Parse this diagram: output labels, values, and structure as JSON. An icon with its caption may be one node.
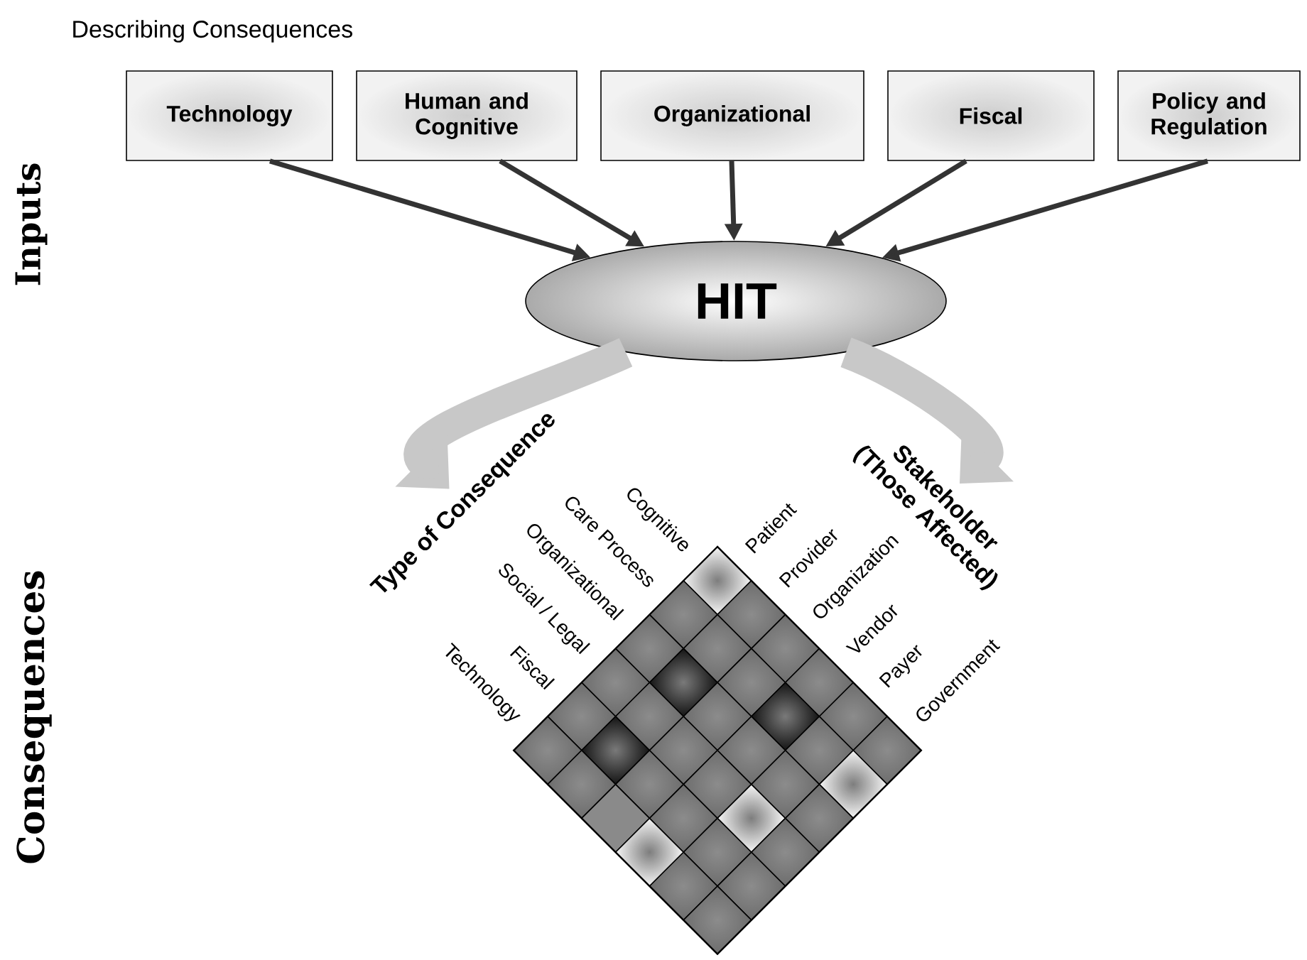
{
  "diagram": {
    "title": "Describing Consequences",
    "nodes": [
      {
        "text": [
          "Technology"
        ]
      },
      {
        "text": [
          "Human and Cognitive"
        ]
      },
      {
        "text": [
          "Organizational"
        ]
      },
      {
        "text": [
          "Fiscal"
        ]
      },
      {
        "text": [
          "Policy and Regulation"
        ]
      },
      {
        "text": [
          "HIT"
        ]
      },
      {
        "text": [
          "Type of Consequence"
        ]
      },
      {
        "text": [
          "Stakeholder (Those Affected)"
        ]
      }
    ],
    "edges": [
      {
        "from": 0,
        "to": 5,
        "arrow": "to"
      },
      {
        "from": 1,
        "to": 5,
        "arrow": "to"
      },
      {
        "from": 2,
        "to": 5,
        "arrow": "to"
      },
      {
        "from": 3,
        "to": 5,
        "arrow": "to"
      },
      {
        "from": 4,
        "to": 5,
        "arrow": "to"
      },
      {
        "from": 5,
        "to": 6,
        "arrow": "to",
        "style": "thick",
        "color": "#c8c8c8"
      },
      {
        "from": 5,
        "to": 7,
        "arrow": "to",
        "style": "thick",
        "color": "#c8c8c8"
      }
    ],
    "labels": [
      "Inputs",
      "Cognitive",
      "Care Process",
      "Organizational",
      "Social / Legal",
      "Fiscal",
      "Technology",
      "Patient",
      "Provider",
      "Organization",
      "Vendor",
      "Payer",
      "Government",
      "Consequences"
    ]
  }
}
